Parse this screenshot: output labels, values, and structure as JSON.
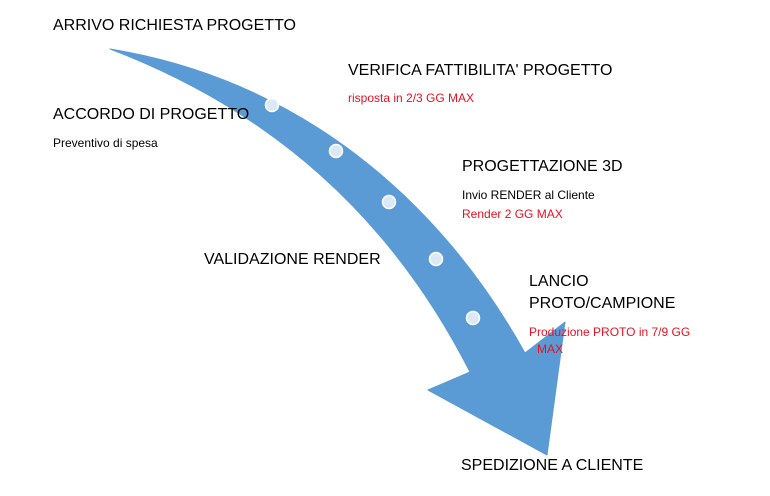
{
  "colors": {
    "arrow": "#5b9bd5",
    "note_red": "#e81123",
    "text": "#000000",
    "marker_fill": "#dbe8f6"
  },
  "steps": {
    "arrivo": {
      "title": "ARRIVO RICHIESTA PROGETTO"
    },
    "verifica": {
      "title": "VERIFICA FATTIBILITA' PROGETTO",
      "note": "risposta in 2/3 GG MAX"
    },
    "accordo": {
      "title": "ACCORDO DI PROGETTO",
      "sub": "Preventivo di spesa"
    },
    "progettazione": {
      "title": "PROGETTAZIONE 3D",
      "sub": "Invio RENDER al Cliente",
      "note": "Render 2 GG MAX"
    },
    "validazione": {
      "title": "VALIDAZIONE RENDER"
    },
    "lancio": {
      "title_line1": "LANCIO",
      "title_line2": "PROTO/CAMPIONE",
      "note_line1": "Produzione PROTO in 7/9 GG",
      "note_line2": "MAX"
    },
    "spedizione": {
      "title": "SPEDIZIONE A CLIENTE"
    }
  },
  "markers": [
    "circle",
    "circle",
    "circle",
    "circle",
    "circle"
  ]
}
